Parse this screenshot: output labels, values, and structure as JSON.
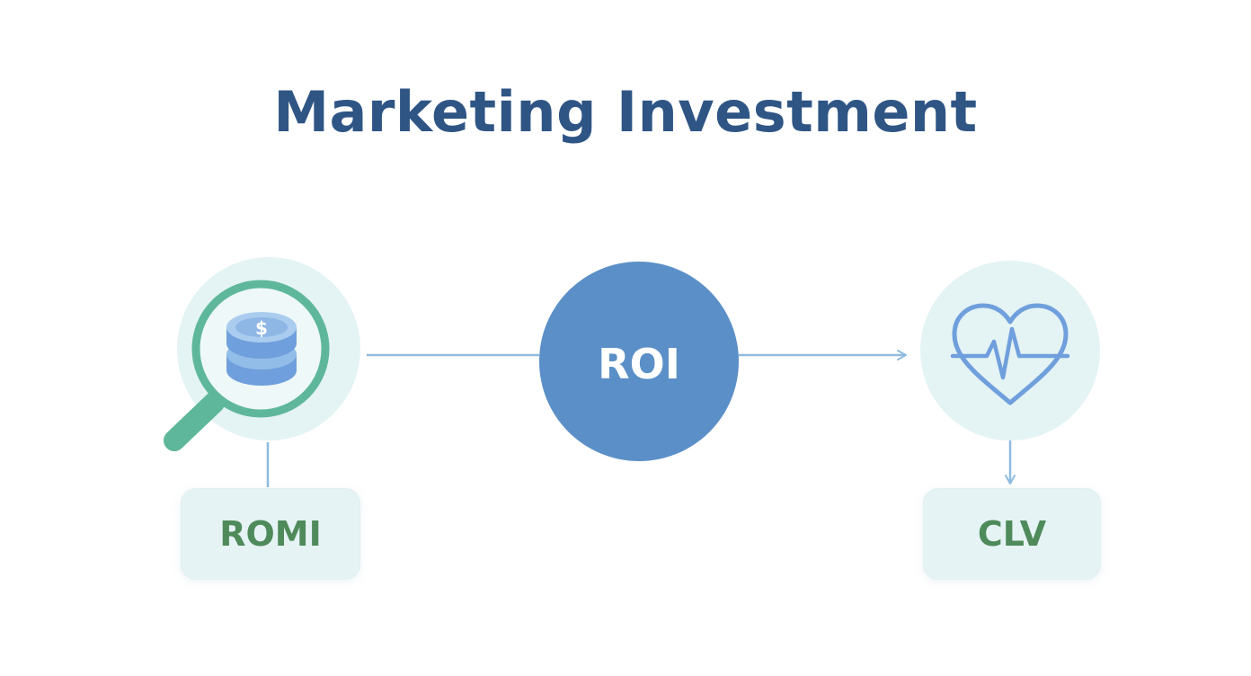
{
  "title": "Marketing Investment",
  "nodes": {
    "left": {
      "label": "ROMI",
      "icon": "coin-magnifier-icon"
    },
    "center": {
      "label": "ROI"
    },
    "right": {
      "label": "CLV",
      "icon": "heartbeat-icon"
    }
  },
  "colors": {
    "title": "#2f5585",
    "roi_circle": "#5b8fc7",
    "connector": "#8fbbe0",
    "icon_circle_bg": "#e4f3f4",
    "magnifier": "#5fb79b",
    "coins": "#6f9fdc",
    "heart": "#6f9fdc",
    "box_bg": "#e5f3f4",
    "box_text": "#4f8a5b"
  }
}
